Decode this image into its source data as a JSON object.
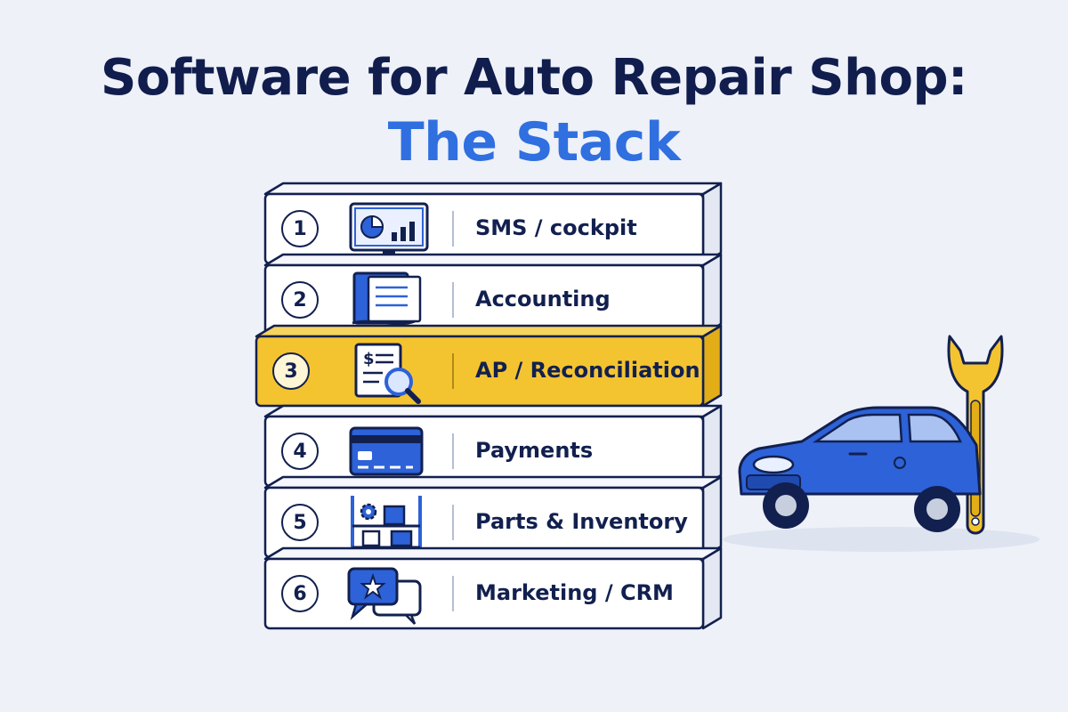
{
  "header": {
    "title": "Software for Auto Repair Shop:",
    "subtitle": "The Stack"
  },
  "colors": {
    "navy": "#101d4d",
    "accent_blue": "#2f6fe0",
    "icon_blue": "#2d62d8",
    "highlight_yellow": "#f4c430",
    "layer_face": "#ffffff",
    "layer_side": "#e3e8f3"
  },
  "stack": {
    "highlighted_layer": 3,
    "layers": [
      {
        "number": "1",
        "label": "SMS / cockpit",
        "icon": "monitor-chart-icon"
      },
      {
        "number": "2",
        "label": "Accounting",
        "icon": "ledger-book-icon"
      },
      {
        "number": "3",
        "label": "AP / Reconciliation",
        "icon": "invoice-magnifier-icon"
      },
      {
        "number": "4",
        "label": "Payments",
        "icon": "credit-card-icon"
      },
      {
        "number": "5",
        "label": "Parts & Inventory",
        "icon": "parts-shelf-icon"
      },
      {
        "number": "6",
        "label": "Marketing / CRM",
        "icon": "chat-star-icon"
      }
    ]
  },
  "illustration": {
    "car_icon": "blue-car-icon",
    "wrench_icon": "wrench-icon"
  }
}
